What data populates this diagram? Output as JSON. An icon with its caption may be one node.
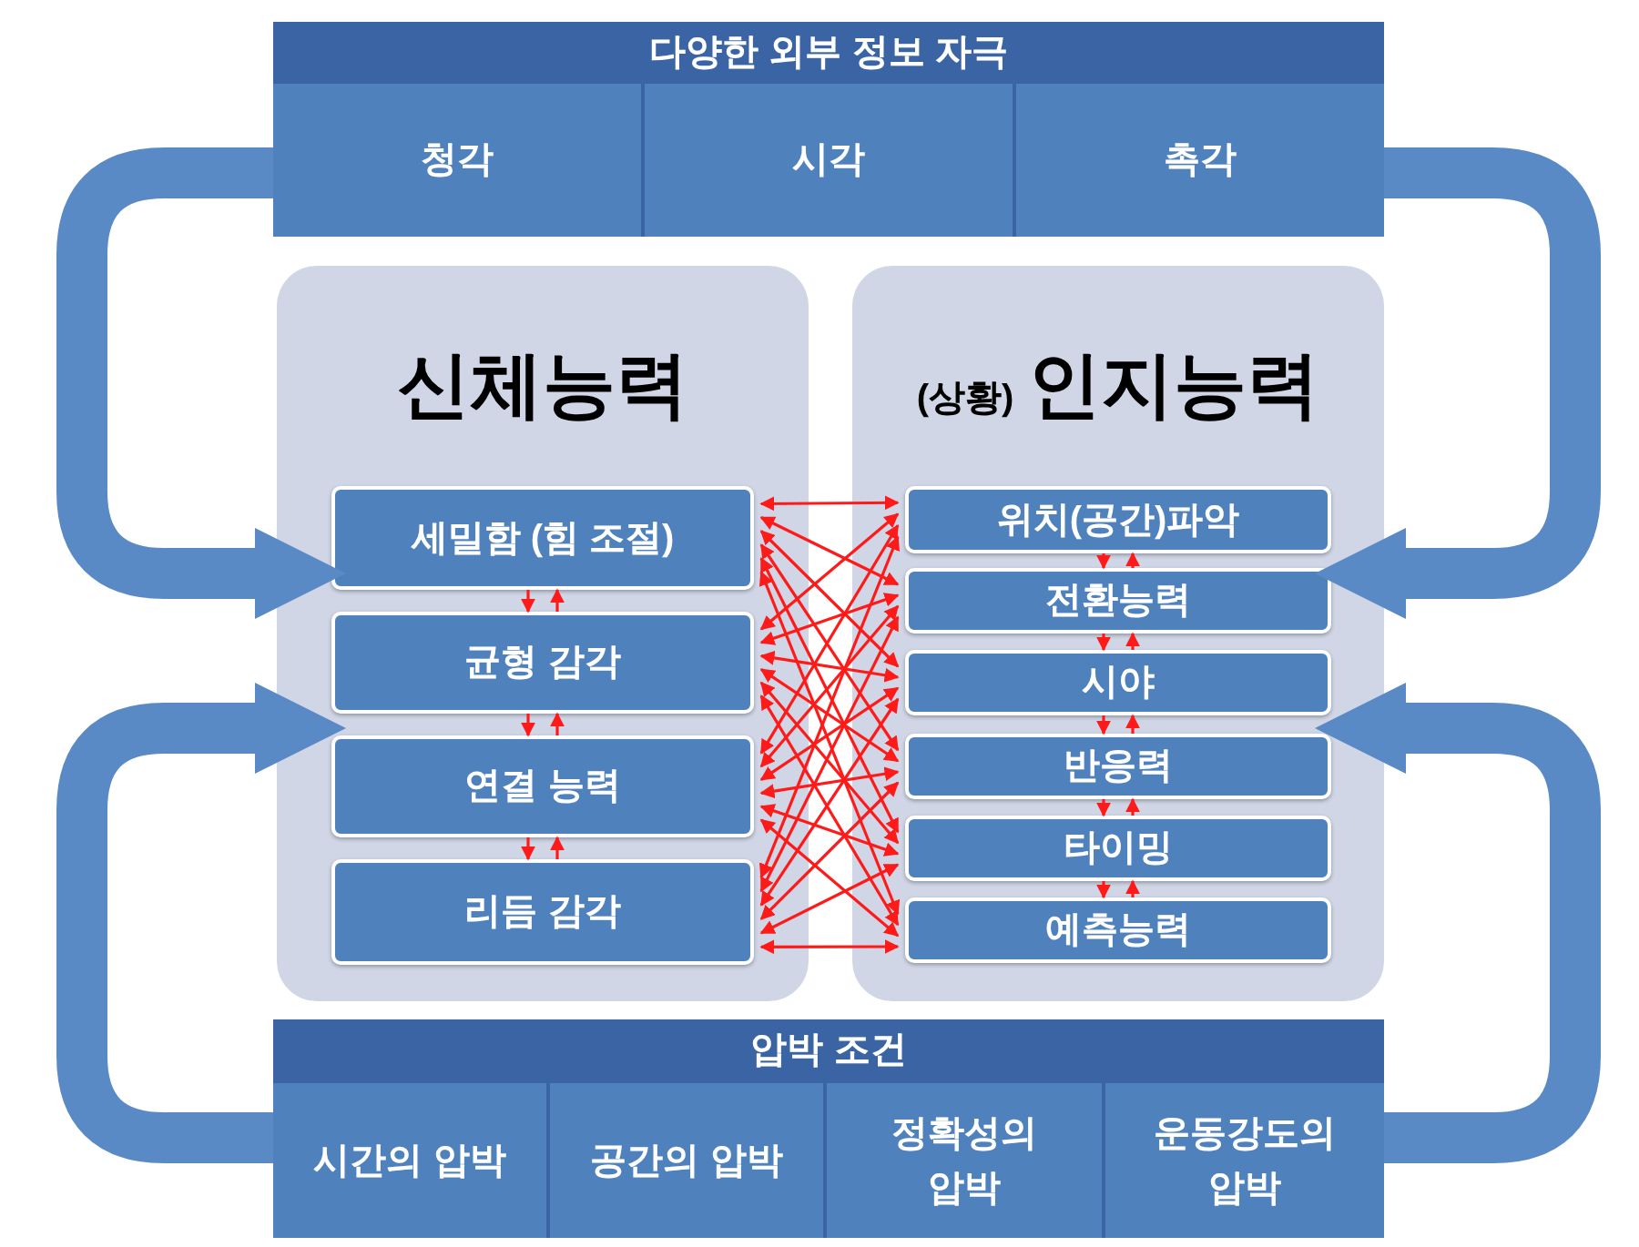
{
  "diagram": {
    "nodes": [
      {
        "text": [
          "다양한 외부 정보 자극"
        ]
      },
      {
        "text": [
          "청각"
        ],
        "in": 0
      },
      {
        "text": [
          "시각"
        ],
        "in": 0
      },
      {
        "text": [
          "촉각"
        ],
        "in": 0
      },
      {
        "text": [
          "신체능력"
        ]
      },
      {
        "text": [
          "세밀함 (힘 조절)"
        ],
        "in": 4
      },
      {
        "text": [
          "균형 감각"
        ],
        "in": 4
      },
      {
        "text": [
          "연결 능력"
        ],
        "in": 4
      },
      {
        "text": [
          "리듬 감각"
        ],
        "in": 4
      },
      {
        "text": [
          "(상황)",
          "인지능력"
        ]
      },
      {
        "text": [
          "위치(공간)파악"
        ],
        "in": 9
      },
      {
        "text": [
          "전환능력"
        ],
        "in": 9
      },
      {
        "text": [
          "시야"
        ],
        "in": 9
      },
      {
        "text": [
          "반응력"
        ],
        "in": 9
      },
      {
        "text": [
          "타이밍"
        ],
        "in": 9
      },
      {
        "text": [
          "예측능력"
        ],
        "in": 9
      },
      {
        "text": [
          "압박 조건"
        ]
      },
      {
        "text": [
          "시간의 압박"
        ],
        "in": 16
      },
      {
        "text": [
          "공간의 압박"
        ],
        "in": 16
      },
      {
        "text": [
          "정확성의 압박"
        ],
        "in": 16
      },
      {
        "text": [
          "운동강도의 압박"
        ],
        "in": 16
      }
    ],
    "edges": [
      {
        "from": 0,
        "to": 4,
        "arrow": "to",
        "style": "thick",
        "color": "#5a8ac6"
      },
      {
        "from": 0,
        "to": 9,
        "arrow": "to",
        "style": "thick",
        "color": "#5a8ac6"
      },
      {
        "from": 16,
        "to": 4,
        "arrow": "to",
        "style": "thick",
        "color": "#5a8ac6"
      },
      {
        "from": 16,
        "to": 9,
        "arrow": "to",
        "style": "thick",
        "color": "#5a8ac6"
      },
      {
        "from": 5,
        "to": 10,
        "arrow": "both"
      },
      {
        "from": 5,
        "to": 11,
        "arrow": "both"
      },
      {
        "from": 5,
        "to": 12,
        "arrow": "both"
      },
      {
        "from": 5,
        "to": 13,
        "arrow": "both"
      },
      {
        "from": 5,
        "to": 14,
        "arrow": "both"
      },
      {
        "from": 5,
        "to": 15,
        "arrow": "both"
      },
      {
        "from": 6,
        "to": 10,
        "arrow": "both"
      },
      {
        "from": 6,
        "to": 11,
        "arrow": "both"
      },
      {
        "from": 6,
        "to": 12,
        "arrow": "both"
      },
      {
        "from": 6,
        "to": 13,
        "arrow": "both"
      },
      {
        "from": 6,
        "to": 14,
        "arrow": "both"
      },
      {
        "from": 6,
        "to": 15,
        "arrow": "both"
      },
      {
        "from": 7,
        "to": 10,
        "arrow": "both"
      },
      {
        "from": 7,
        "to": 11,
        "arrow": "both"
      },
      {
        "from": 7,
        "to": 12,
        "arrow": "both"
      },
      {
        "from": 7,
        "to": 13,
        "arrow": "both"
      },
      {
        "from": 7,
        "to": 14,
        "arrow": "both"
      },
      {
        "from": 7,
        "to": 15,
        "arrow": "both"
      },
      {
        "from": 8,
        "to": 10,
        "arrow": "both"
      },
      {
        "from": 8,
        "to": 11,
        "arrow": "both"
      },
      {
        "from": 8,
        "to": 12,
        "arrow": "both"
      },
      {
        "from": 8,
        "to": 13,
        "arrow": "both"
      },
      {
        "from": 8,
        "to": 14,
        "arrow": "both"
      },
      {
        "from": 8,
        "to": 15,
        "arrow": "both"
      },
      {
        "from": 5,
        "to": 6,
        "arrow": "to"
      },
      {
        "from": 6,
        "to": 5,
        "arrow": "to"
      },
      {
        "from": 6,
        "to": 7,
        "arrow": "to"
      },
      {
        "from": 7,
        "to": 6,
        "arrow": "to"
      },
      {
        "from": 7,
        "to": 8,
        "arrow": "to"
      },
      {
        "from": 8,
        "to": 7,
        "arrow": "to"
      },
      {
        "from": 10,
        "to": 11,
        "arrow": "to"
      },
      {
        "from": 11,
        "to": 10,
        "arrow": "to"
      },
      {
        "from": 11,
        "to": 12,
        "arrow": "to"
      },
      {
        "from": 12,
        "to": 11,
        "arrow": "to"
      },
      {
        "from": 12,
        "to": 13,
        "arrow": "to"
      },
      {
        "from": 13,
        "to": 12,
        "arrow": "to"
      },
      {
        "from": 13,
        "to": 14,
        "arrow": "to"
      },
      {
        "from": 14,
        "to": 13,
        "arrow": "to"
      },
      {
        "from": 14,
        "to": 15,
        "arrow": "to"
      },
      {
        "from": 15,
        "to": 14,
        "arrow": "to"
      }
    ]
  }
}
